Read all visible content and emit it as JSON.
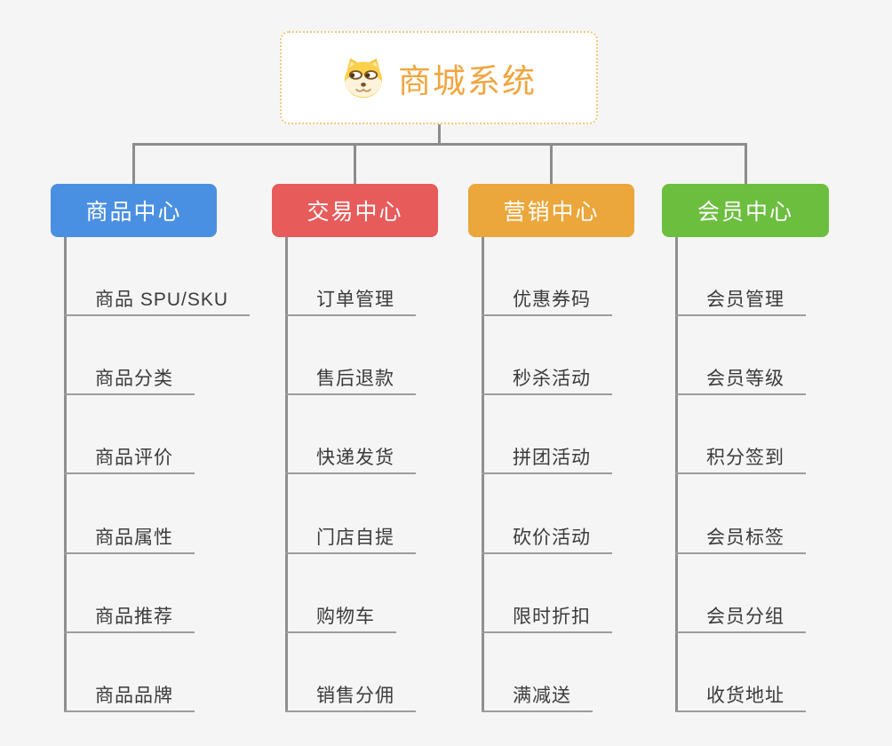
{
  "canvas": {
    "background": "#f5f5f5",
    "connector_color": "#8c8c8c",
    "leaf_underline_color": "#9c9c9c",
    "leaf_text_color": "#3b3b3b"
  },
  "root": {
    "title": "商城系统",
    "icon": "doge-icon",
    "text_color": "#f0a640",
    "border_color": "#f3c87e",
    "background": "#ffffff"
  },
  "branches": [
    {
      "label": "商品中心",
      "color": "#4a90e2",
      "children": [
        "商品 SPU/SKU",
        "商品分类",
        "商品评价",
        "商品属性",
        "商品推荐",
        "商品品牌"
      ]
    },
    {
      "label": "交易中心",
      "color": "#e85b5b",
      "children": [
        "订单管理",
        "售后退款",
        "快递发货",
        "门店自提",
        "购物车",
        "销售分佣"
      ]
    },
    {
      "label": "营销中心",
      "color": "#eba73b",
      "children": [
        "优惠券码",
        "秒杀活动",
        "拼团活动",
        "砍价活动",
        "限时折扣",
        "满减送"
      ]
    },
    {
      "label": "会员中心",
      "color": "#6cbe3e",
      "children": [
        "会员管理",
        "会员等级",
        "积分签到",
        "会员标签",
        "会员分组",
        "收货地址"
      ]
    }
  ]
}
